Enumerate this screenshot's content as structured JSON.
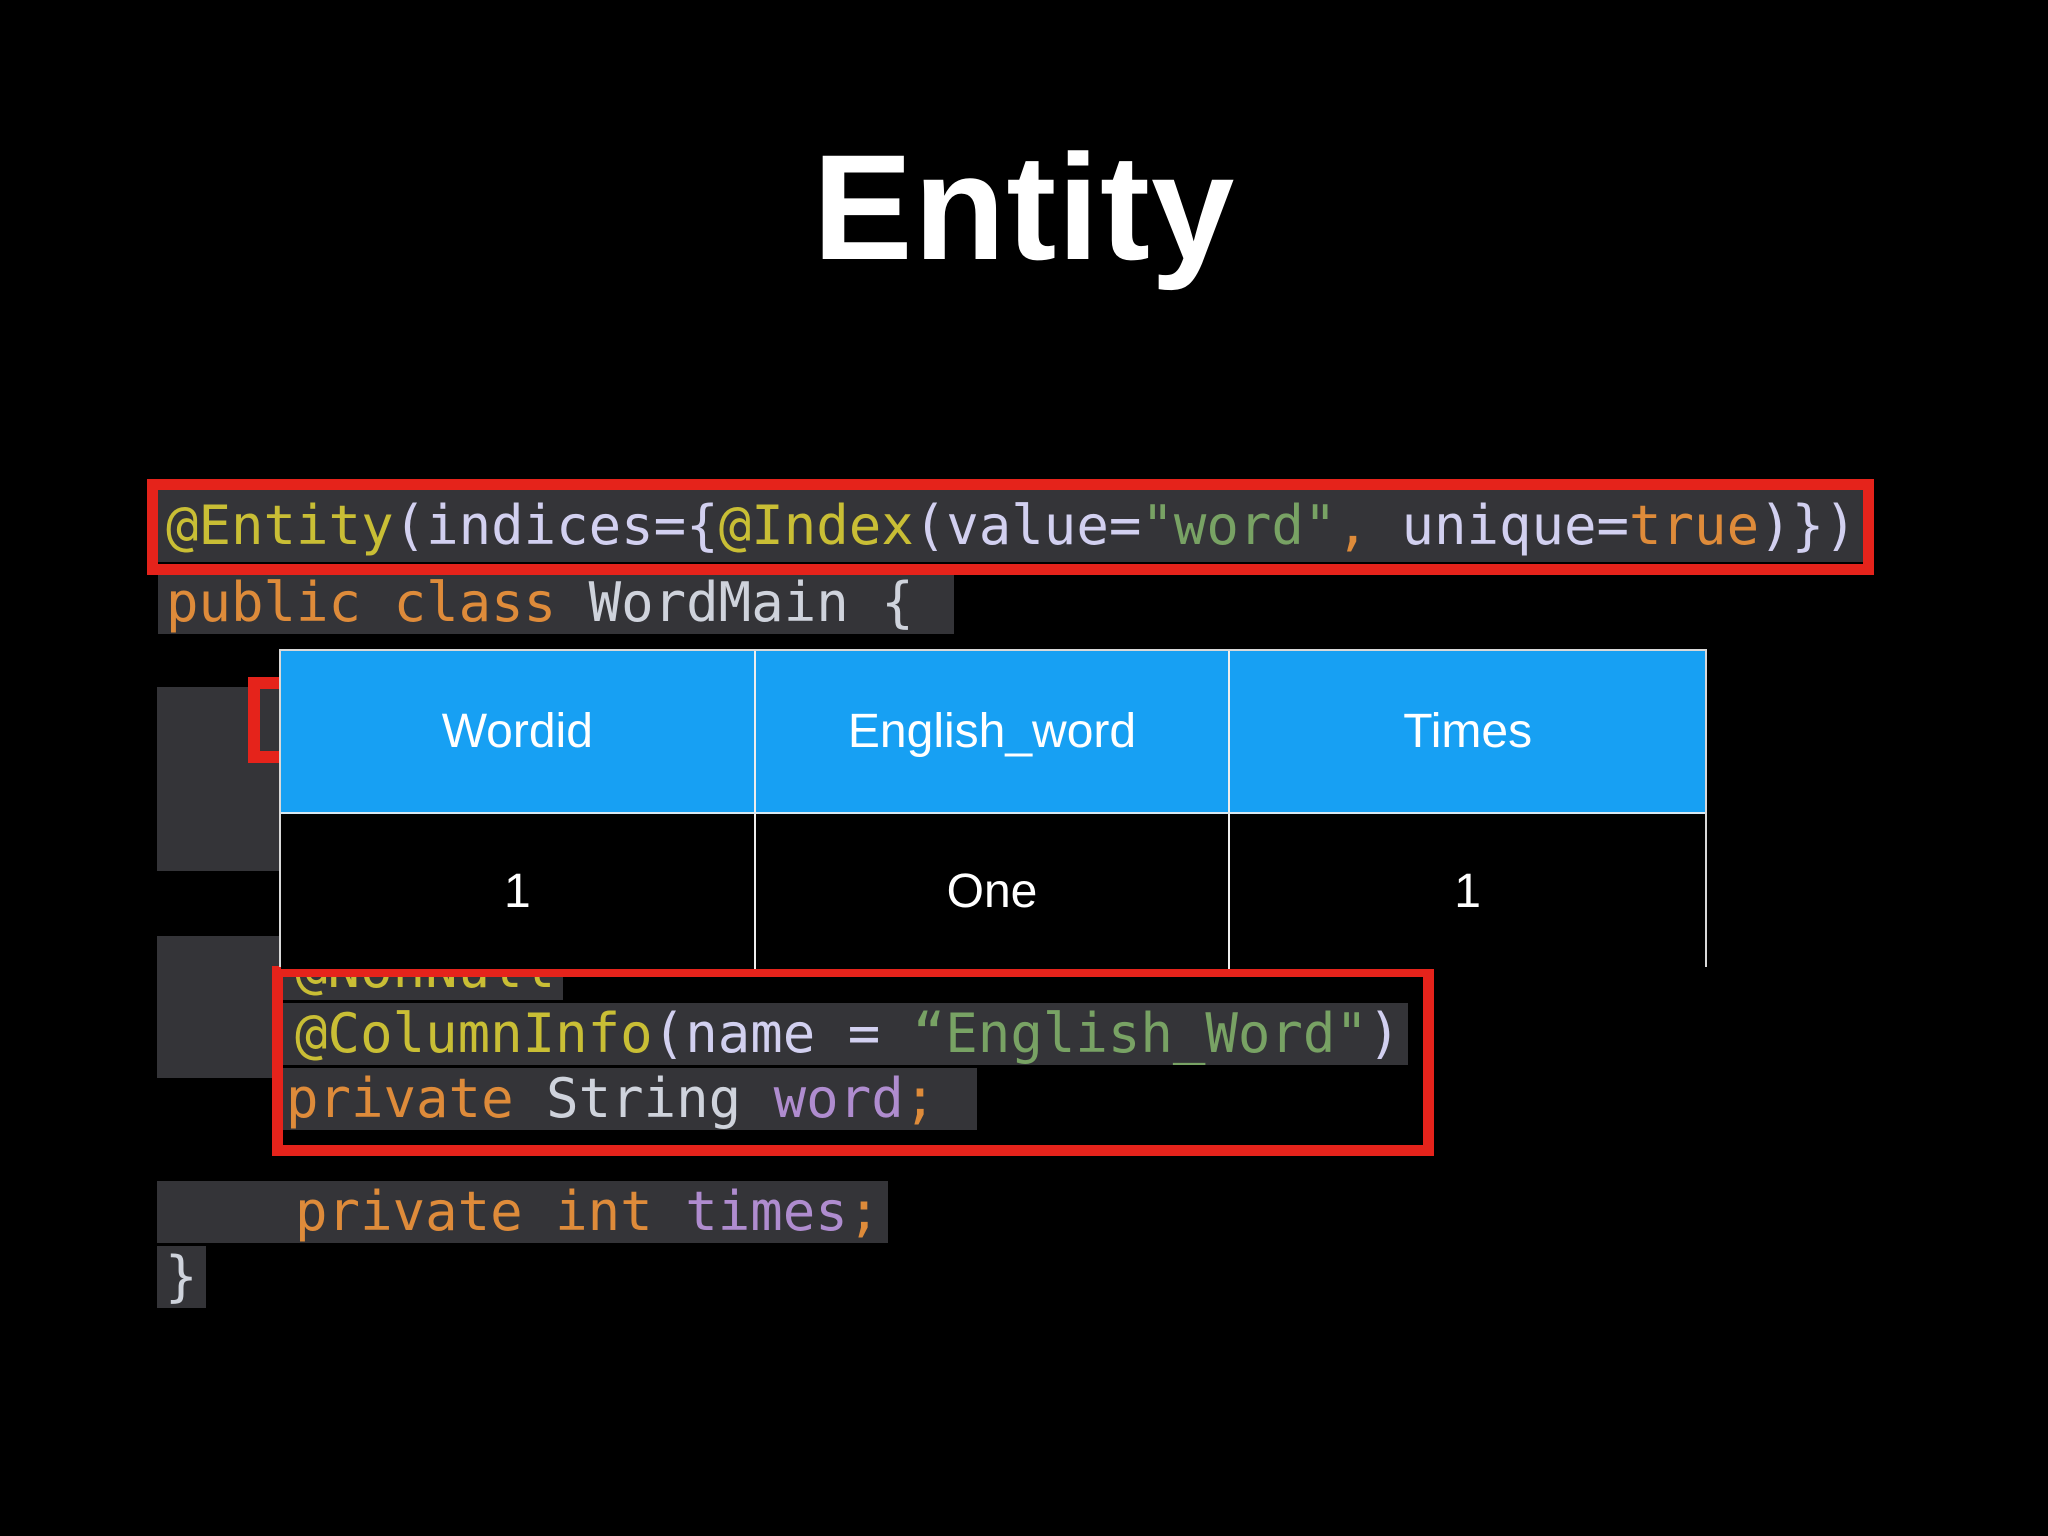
{
  "title": "Entity",
  "palette": {
    "background": "#000000",
    "code_background": "#343438",
    "highlight_red": "#E5231B",
    "table_header_blue": "#17A0F3",
    "table_text": "#FFFFFF",
    "title_color": "#FFFFFF",
    "syntax": {
      "annotation": "#C9BE35",
      "keyword": "#DE8B3A",
      "string": "#78A264",
      "field": "#AF8CCF",
      "default": "#D2D0F0",
      "plain": "#CFD3DC"
    }
  },
  "code": {
    "entity": {
      "segs": [
        "@Entity",
        "(indices={",
        "@Index",
        "(value=",
        "\"word\"",
        ",",
        " unique=",
        "true",
        ")})"
      ]
    },
    "class_decl": {
      "segs": [
        "public class ",
        "WordMain { "
      ]
    },
    "nonnull": {
      "segs": [
        "    ",
        "@NonNull"
      ]
    },
    "columninfo": {
      "segs": [
        "    ",
        "@ColumnInfo",
        "(",
        "name",
        " = ",
        "“English_Word\"",
        ")"
      ]
    },
    "field_word": {
      "segs": [
        "private ",
        "String ",
        "word",
        "; "
      ]
    },
    "field_times": {
      "segs": [
        "    ",
        "private int ",
        "times",
        ";"
      ]
    },
    "closing_brace": {
      "segs": [
        "}"
      ]
    }
  },
  "table": {
    "headers": [
      "Wordid",
      "English_word",
      "Times"
    ],
    "rows": [
      [
        "1",
        "One",
        "1"
      ]
    ]
  }
}
